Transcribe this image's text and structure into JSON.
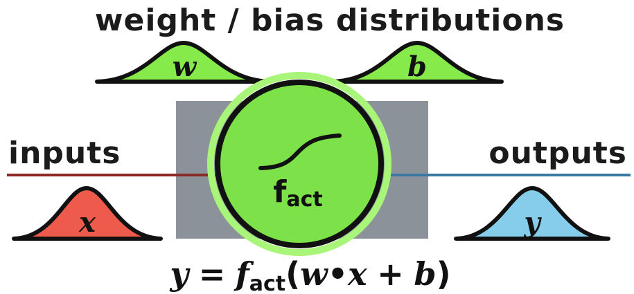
{
  "header": {
    "title": "weight / bias distributions"
  },
  "labels": {
    "inputs": "inputs",
    "outputs": "outputs"
  },
  "distributions": {
    "weight_symbol": "w",
    "bias_symbol": "b",
    "input_symbol": "x",
    "output_symbol": "y"
  },
  "neuron": {
    "function_main": "f",
    "function_sub": "act"
  },
  "formula": {
    "lhs": "y",
    "equals": "=",
    "f": "f",
    "f_sub": "act",
    "open_paren": "(",
    "w": "w",
    "dot": "•",
    "x": "x",
    "plus": "+",
    "b": "b",
    "close_paren": ")"
  },
  "colors": {
    "weight_fill": "#86ea4a",
    "bias_fill": "#86ea4a",
    "input_fill": "#ee5b4c",
    "output_fill": "#86cdec",
    "neuron_box": "#8b9299",
    "neuron_glow": "#9cf36a",
    "neuron_fill": "#7de249",
    "input_line": "#8b2a24",
    "output_line": "#3b78a3"
  },
  "icons": {
    "activation": "sigmoid-curve-icon"
  }
}
